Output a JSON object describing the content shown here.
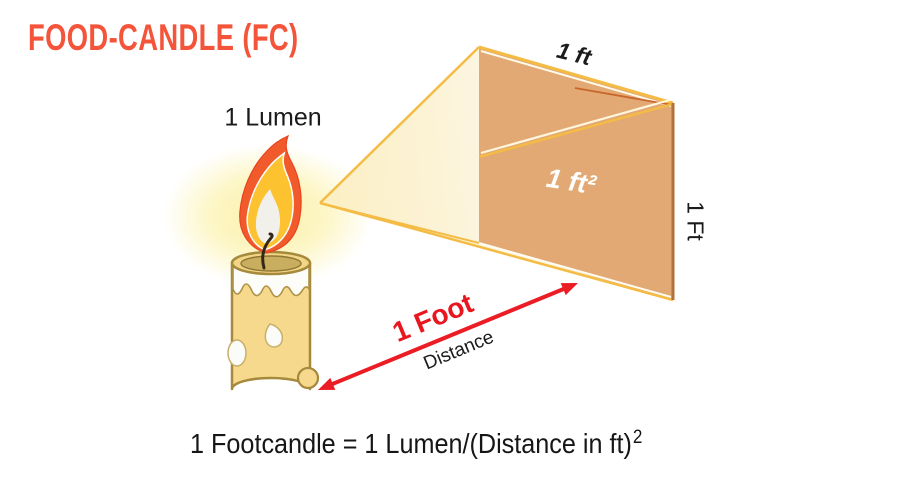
{
  "title": "FOOD-CANDLE (FC)",
  "labels": {
    "lumen": "1 Lumen",
    "surface_width": "1 ft",
    "surface_area": "1 ft²",
    "surface_height": "1 Ft",
    "distance_primary": "1 Foot",
    "distance_secondary": "Distance"
  },
  "formula": {
    "base": "1 Footcandle = 1 Lumen/(Distance in ft)",
    "exponent": "2"
  },
  "colors": {
    "title": "#F4543A",
    "beam_fill": "#FCF3DA",
    "beam_outline": "#F4BC45",
    "surface_fill": "#E2A974",
    "surface_right_edge": "#B2713A",
    "arrow_red": "#EC1C24",
    "flame_outer": "#F15B2B",
    "flame_yellow": "#FCC22F",
    "candle_wax": "#F6D98C"
  }
}
